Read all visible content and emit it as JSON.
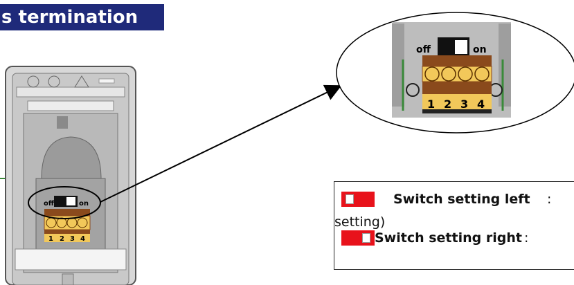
{
  "title": "s termination",
  "device": {
    "switch_off_label": "off",
    "switch_on_label": "on",
    "terminals": [
      "1",
      "2",
      "3",
      "4"
    ]
  },
  "zoom": {
    "switch_off_label": "off",
    "switch_on_label": "on",
    "terminals": [
      "1",
      "2",
      "3",
      "4"
    ]
  },
  "legend": {
    "left_label": "Switch setting left",
    "left_suffix": ":",
    "continuation": "setting)",
    "right_label": "Switch setting right",
    "right_suffix": ":"
  },
  "colors": {
    "banner": "#1f2a7a",
    "switch_red": "#e8121b",
    "terminal_yellow": "#f2c85a",
    "terminal_brown": "#8a4a1c",
    "housing_grey": "#8f8f8f"
  }
}
